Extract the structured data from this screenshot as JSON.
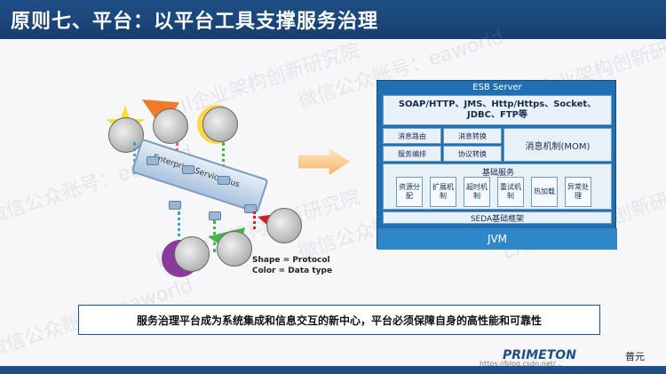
{
  "title": "原则七、平台：以平台工具支撑服务治理",
  "watermarks": [
    "EAII企业架构创新研究院",
    "微信公众账号：eaworld",
    "EAII企业架构创新研究院",
    "微信公众账号：eaworld",
    "EAII企业架构创新研究院",
    "微信公众账号：eaworld",
    "EAII企业架构创新研究院",
    "微信公众账号：eaworld"
  ],
  "illustration": {
    "bus_label": "Enterprise Service Bus",
    "legend_line1": "Shape = Protocol",
    "legend_line2": "Color = Data type"
  },
  "esb": {
    "title": "ESB Server",
    "protocols": "SOAP/HTTP、JMS、Http/Https、Socket、JDBC、FTP等",
    "routing": "消息路由",
    "transform": "消息转换",
    "orchestration": "服务编排",
    "protocol_conversion": "协议转换",
    "mom": "消息机制(MOM)",
    "basic_title": "基础服务",
    "basic_items": [
      "资源分配",
      "扩展机制",
      "超时机制",
      "重试机制",
      "热加载",
      "异常处理"
    ],
    "seda": "SEDA基础框架",
    "jvm": "JVM"
  },
  "statement": "服务治理平台成为系统集成和信息交互的新中心，平台必须保障自身的高性能和可靠性",
  "brand": {
    "logo": "PRIMETON",
    "chinese": "普元",
    "url": "https://blog.csdn.net/..."
  },
  "colors": {
    "title_bar": "#1f4f86",
    "esb_blue": "#1f6fb2",
    "box_bg": "#e9f1f8"
  }
}
